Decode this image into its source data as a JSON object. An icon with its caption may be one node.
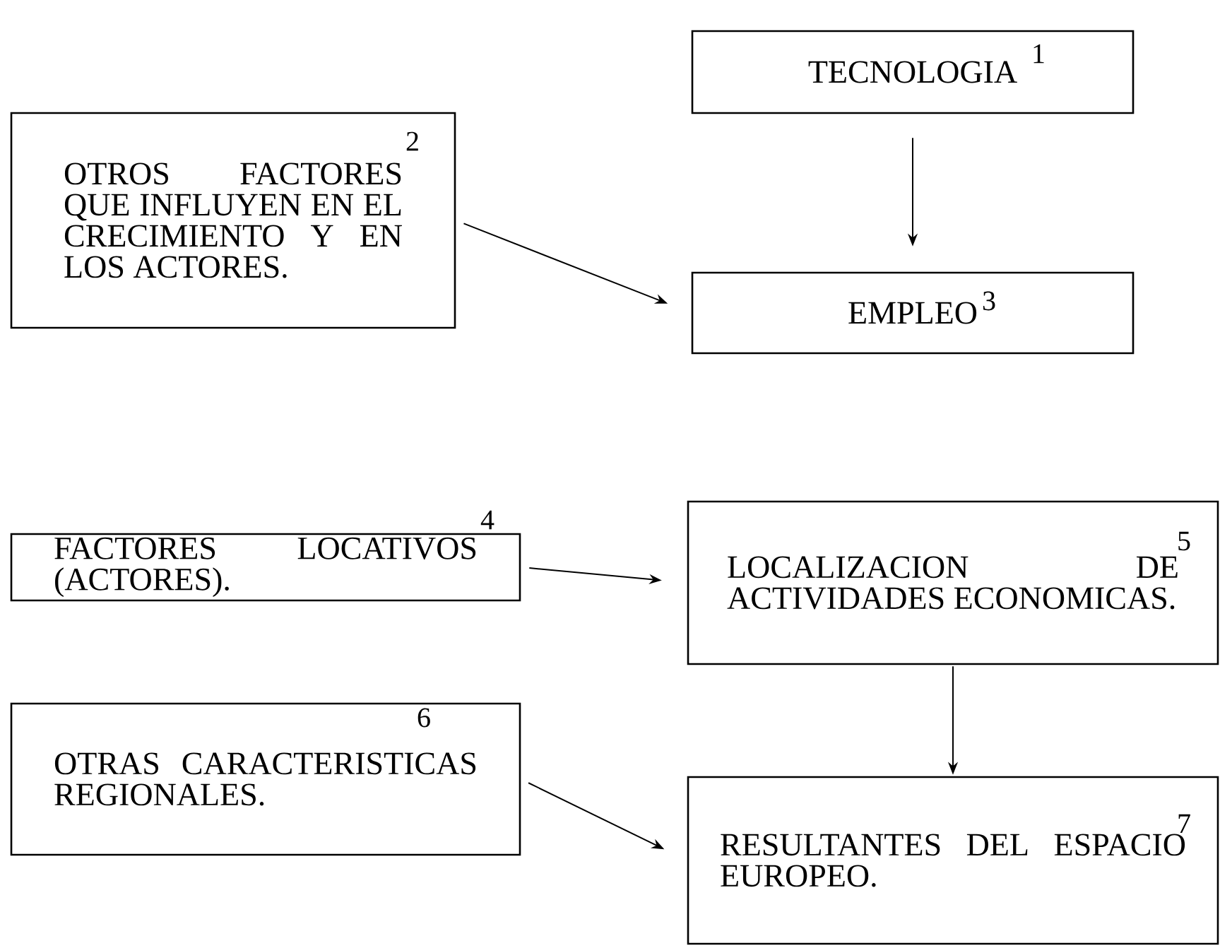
{
  "diagram": {
    "nodes": [
      {
        "text": [
          "1",
          "TECNOLOGIA"
        ]
      },
      {
        "text": [
          "2",
          "OTROS FACTORES QUE INFLUYEN EN EL CRECIMIENTO Y EN LOS ACTORES."
        ]
      },
      {
        "text": [
          "3",
          "EMPLEO"
        ]
      },
      {
        "text": [
          "4",
          "FACTORES LOCATIVOS (ACTORES)."
        ]
      },
      {
        "text": [
          "5",
          "LOCALIZACION DE ACTIVIDADES ECONOMICAS."
        ]
      },
      {
        "text": [
          "6",
          "OTRAS CARACTERISTICAS REGIONALES."
        ]
      },
      {
        "text": [
          "7",
          "RESULTANTES DEL ESPACIO EUROPEO."
        ]
      }
    ],
    "edges": [
      {
        "from": 0,
        "to": 2,
        "arrow": "to"
      },
      {
        "from": 1,
        "to": 2,
        "arrow": "to"
      },
      {
        "from": 3,
        "to": 4,
        "arrow": "to"
      },
      {
        "from": 4,
        "to": 6,
        "arrow": "to"
      },
      {
        "from": 5,
        "to": 6,
        "arrow": "to"
      }
    ]
  }
}
